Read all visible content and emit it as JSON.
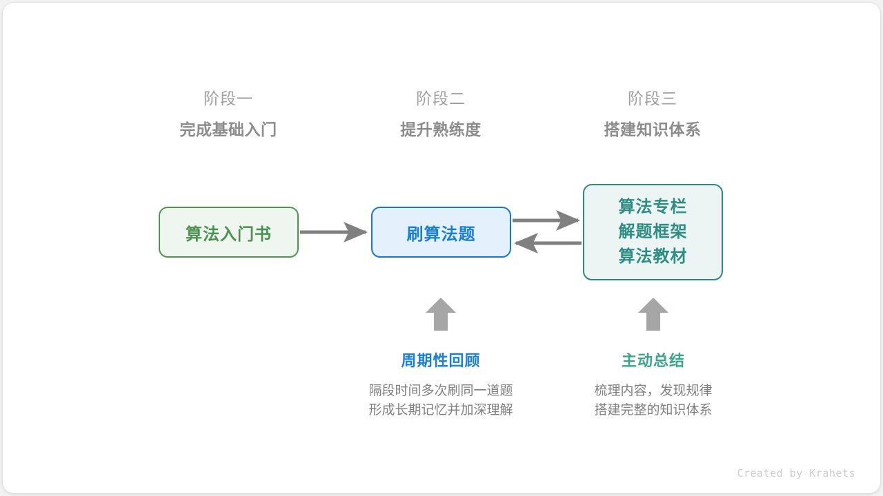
{
  "canvas": {
    "background_color": "#f2f2f2",
    "card_color": "#ffffff"
  },
  "stages": [
    {
      "index_label": "阶段一",
      "title": "完成基础入门"
    },
    {
      "index_label": "阶段二",
      "title": "提升熟练度"
    },
    {
      "index_label": "阶段三",
      "title": "搭建知识体系"
    }
  ],
  "nodes": {
    "book": {
      "label": "算法入门书",
      "border_color": "#50954f",
      "fill_color": "#eef6ef",
      "text_color": "#4b9150"
    },
    "practice": {
      "label": "刷算法题",
      "border_color": "#1479ca",
      "fill_color": "#e4f1fc",
      "text_color": "#1a7fd4"
    },
    "resources": {
      "lines": [
        "算法专栏",
        "解题框架",
        "算法教材"
      ],
      "border_color": "#2d8a80",
      "fill_color": "#ecf5f3",
      "text_color": "#2e8d83"
    }
  },
  "connectors": {
    "color": "#808080",
    "book_to_practice": "arrow-right",
    "practice_to_resources": "arrow-right",
    "resources_to_practice": "arrow-left"
  },
  "block_arrows": {
    "color": "#a6a6a6",
    "direction": "up",
    "count": 2
  },
  "annotations": [
    {
      "title": "周期性回顾",
      "title_color": "#1a80d4",
      "desc_lines": [
        "隔段时间多次刷同一道题",
        "形成长期记忆并加深理解"
      ]
    },
    {
      "title": "主动总结",
      "title_color": "#3aa58c",
      "desc_lines": [
        "梳理内容，发现规律",
        "搭建完整的知识体系"
      ]
    }
  ],
  "credit": "Created by Krahets"
}
